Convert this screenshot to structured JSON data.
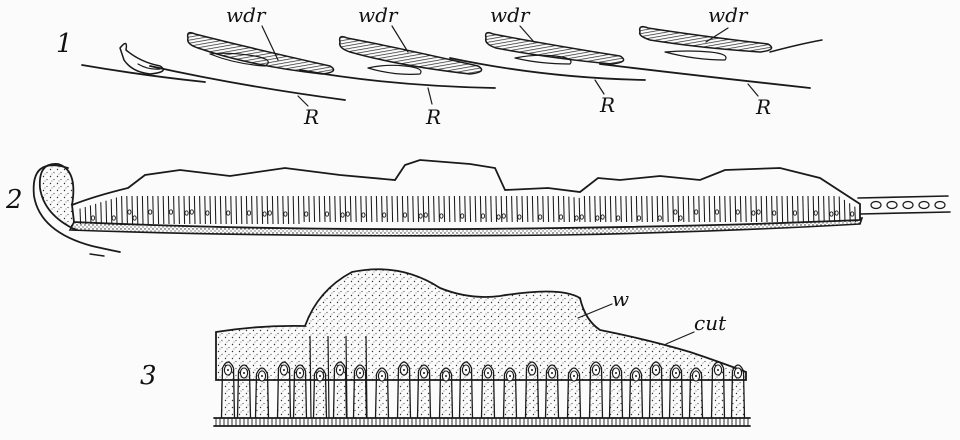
{
  "figure": {
    "panel_numbers": [
      "1",
      "2",
      "3"
    ],
    "panel1": {
      "label_wdr": "wdr",
      "label_R": "R"
    },
    "panel3": {
      "label_w": "w",
      "label_cut": "cut"
    }
  },
  "colors": {
    "ink": "#1a1a1a",
    "paper": "#fbfbfb"
  }
}
